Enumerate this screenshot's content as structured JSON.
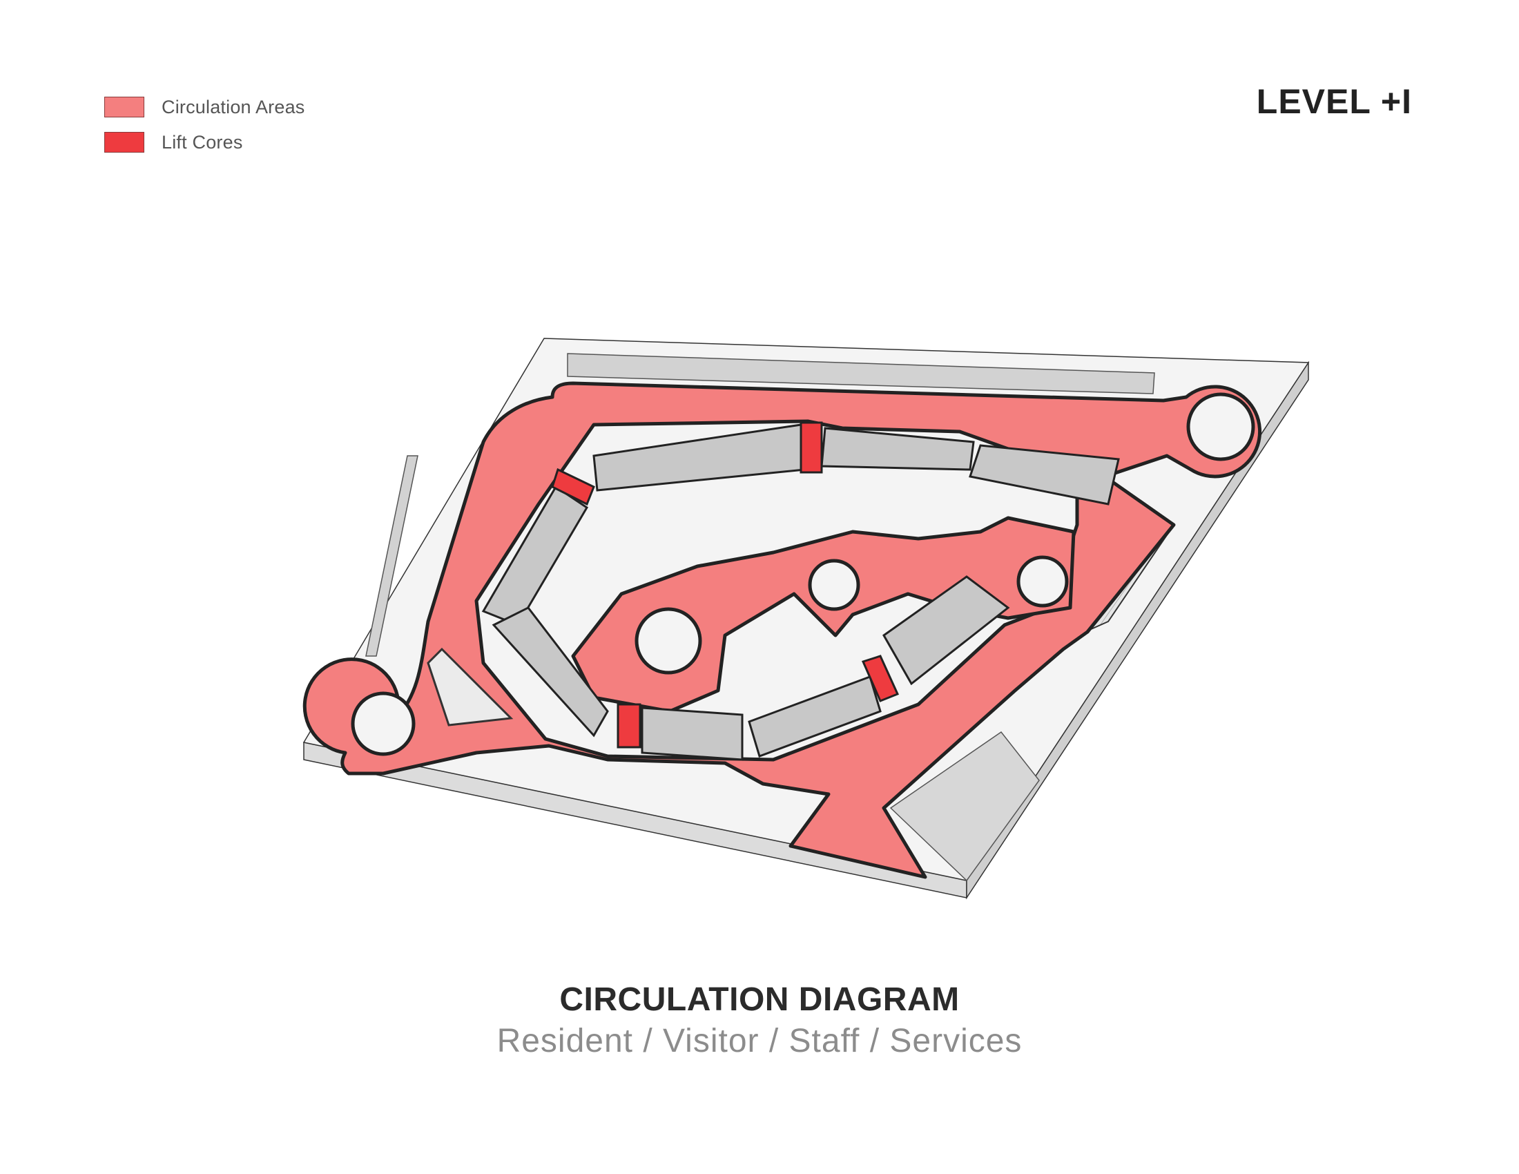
{
  "legend": {
    "items": [
      {
        "label": "Circulation Areas",
        "color": "#f47f7f"
      },
      {
        "label": "Lift Cores",
        "color": "#ee3b3f"
      }
    ]
  },
  "level": "LEVEL +I",
  "caption": {
    "title": "CIRCULATION DIAGRAM",
    "subtitle": "Resident / Visitor / Staff / Services"
  },
  "colors": {
    "circulation": "#f47f7f",
    "lift_core": "#ee3b3f",
    "building": "#c8c8c8",
    "ground": "#f2f2f2",
    "outline": "#222222"
  }
}
